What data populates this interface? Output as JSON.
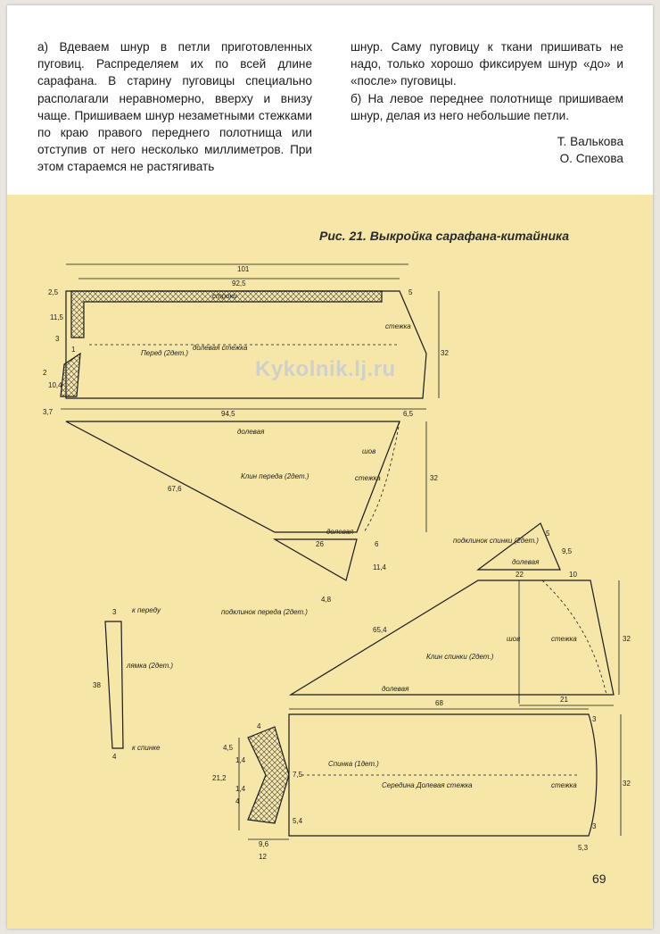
{
  "text": {
    "left_column": "а) Вдеваем шнур в петли приготовленных пуговиц. Распределяем их по всей длине сарафана. В старину пуговицы специально располагали неравномерно, вверху и внизу чаще. Пришиваем шнур незаметными стежками по краю правого переднего полотнища или отступив от него несколько миллиметров. При этом стараемся не растягивать",
    "right_column_1": "шнур. Саму пуговицу к ткани пришивать не надо, только хорошо фиксируем шнур «до» и «после» пуговицы.",
    "right_column_2": "б) На левое переднее полотнище пришиваем шнур, делая из него небольшие петли.",
    "author_1": "Т. Валькова",
    "author_2": "О. Спехова"
  },
  "figure": {
    "caption": "Рис. 21. Выкройка сарафана-китайника",
    "watermark": "Kykolnik.lj.ru",
    "front": {
      "title": "Перед (2дет.)",
      "grain": "долевая стежка",
      "stroke": "строки",
      "stitch": "стежка",
      "dims": [
        "101",
        "92,5",
        "2,5",
        "5",
        "11,5",
        "3",
        "1",
        "2",
        "10,4",
        "32",
        "3,7",
        "94,5",
        "6,5"
      ]
    },
    "front_wedge": {
      "title": "Клин переда (2дет.)",
      "grain": "долевая",
      "seam": "шов",
      "stitch": "стежка",
      "dims": [
        "67,6",
        "32",
        "26",
        "6",
        "11,4",
        "4,8"
      ],
      "gusset_label": "долевая",
      "gusset_title": "подклинок переда (2дет.)"
    },
    "back_wedge": {
      "title": "Клин спинки (2дет.)",
      "grain": "долевая",
      "seam": "шов",
      "stitch": "стежка",
      "dims": [
        "65,4",
        "22",
        "10",
        "32",
        "21",
        "5",
        "9,5"
      ],
      "gusset_label": "долевая",
      "gusset_title": "подклинок спинки (2дет.)"
    },
    "strap": {
      "title": "лямка (2дет.)",
      "to_front": "к переду",
      "to_back": "к спинке",
      "dims": [
        "3",
        "38",
        "4"
      ]
    },
    "back": {
      "title": "Спинка (1дет.)",
      "grain": "Середина Долевая стежка",
      "stitch": "стежка",
      "dims": [
        "68",
        "3",
        "32",
        "3",
        "5,3",
        "4",
        "4,5",
        "1,4",
        "7,5",
        "21,2",
        "1,4",
        "4",
        "5,4",
        "9,6",
        "12"
      ]
    },
    "page_number": "69"
  }
}
